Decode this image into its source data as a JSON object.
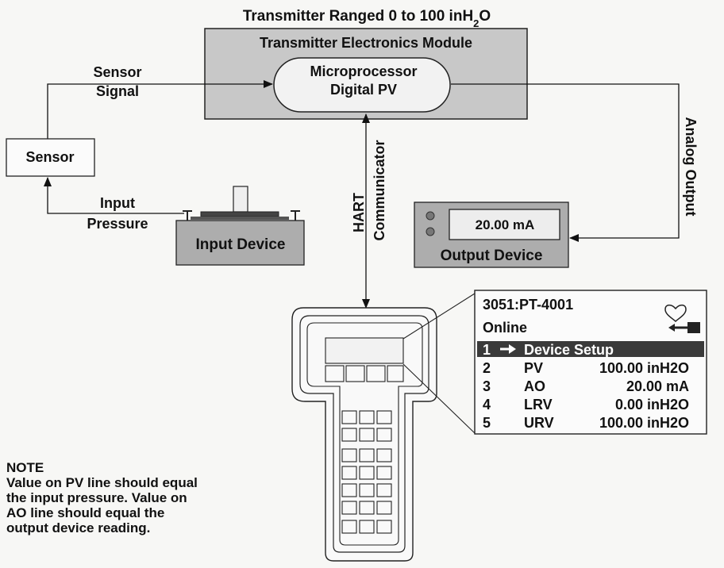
{
  "diagram": {
    "title_main": "Transmitter Ranged 0 to 100 inH",
    "title_sub": "2",
    "title_end": "O",
    "module_label": "Transmitter Electronics Module",
    "processor_line1": "Microprocessor",
    "processor_line2": "Digital PV",
    "sensor_signal_line1": "Sensor",
    "sensor_signal_line2": "Signal",
    "sensor_label": "Sensor",
    "input_pressure_line1": "Input",
    "input_pressure_line2": "Pressure",
    "input_device_label": "Input Device",
    "hart_line1": "HART",
    "hart_line2": "Communicator",
    "analog_output_label": "Analog Output",
    "output_reading": "20.00 mA",
    "output_device_label": "Output Device"
  },
  "communicator_screen": {
    "tag": "3051:PT-4001",
    "status": "Online",
    "menu": [
      {
        "num": "1",
        "label": "Device Setup",
        "value": "",
        "selected": true
      },
      {
        "num": "2",
        "label": "PV",
        "value": "100.00 inH2O",
        "selected": false
      },
      {
        "num": "3",
        "label": "AO",
        "value": "20.00 mA",
        "selected": false
      },
      {
        "num": "4",
        "label": "LRV",
        "value": "0.00 inH2O",
        "selected": false
      },
      {
        "num": "5",
        "label": "URV",
        "value": "100.00 inH2O",
        "selected": false
      }
    ]
  },
  "note": {
    "heading": "NOTE",
    "lines": [
      "Value on PV line should equal",
      "the input pressure. Value on",
      "AO line should equal the",
      "output device reading."
    ]
  },
  "colors": {
    "module_fill": "#c8c8c8",
    "device_fill": "#adadad",
    "selected_row": "#3a3a3a"
  }
}
